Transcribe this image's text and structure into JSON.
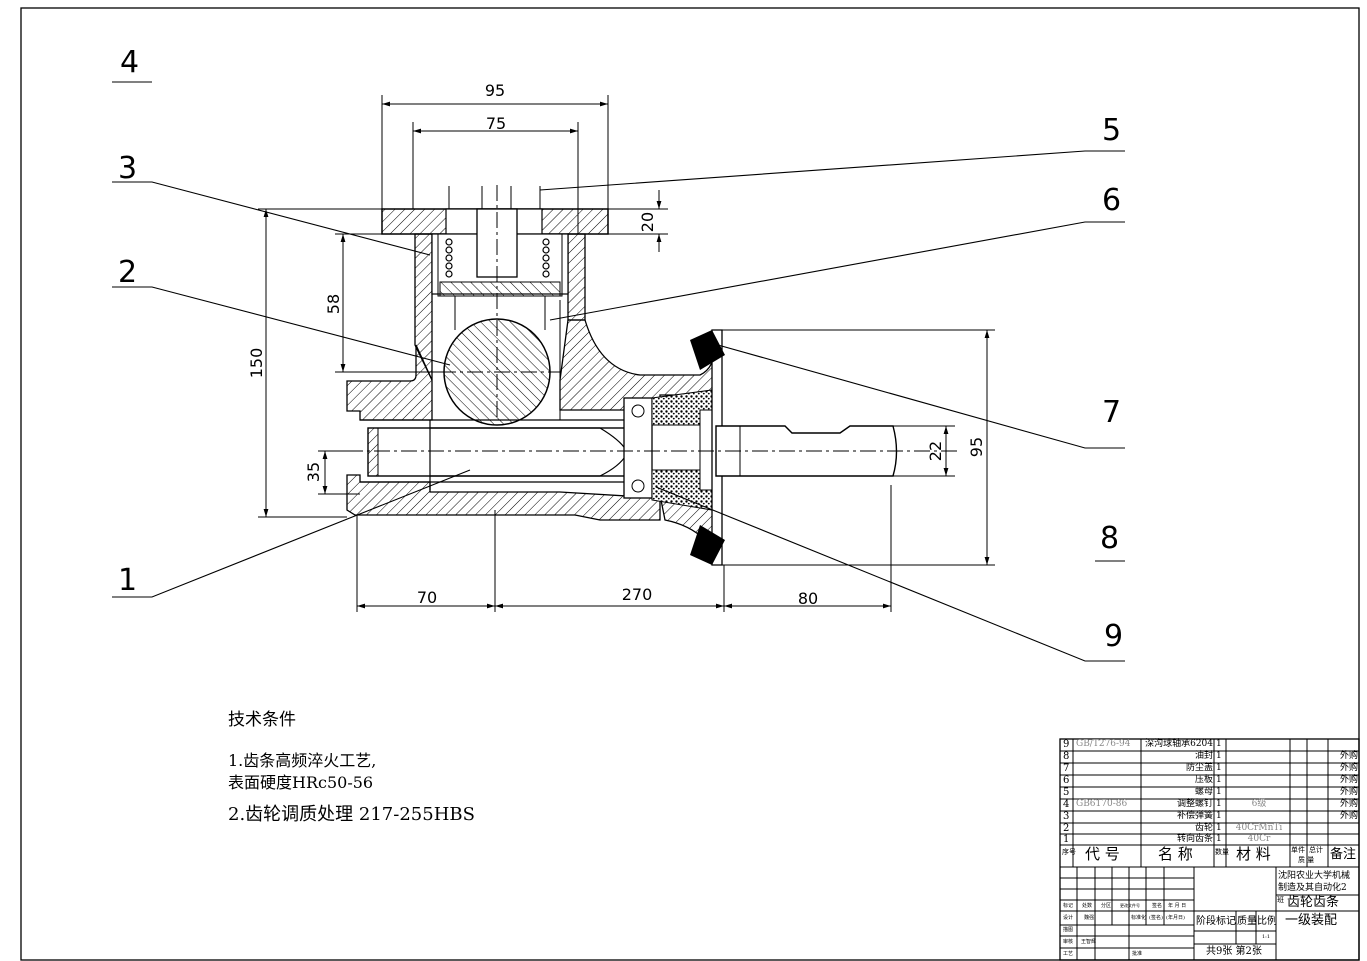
{
  "callouts": [
    "1",
    "2",
    "3",
    "4",
    "5",
    "6",
    "7",
    "8",
    "9"
  ],
  "dimensions": {
    "top_width": "95",
    "inner_width": "75",
    "flange_thickness": "20",
    "height_58": "58",
    "total_height": "150",
    "bore_35": "35",
    "shaft_dia": "22",
    "right_height": "95",
    "left_len": "70",
    "total_len": "270",
    "right_len": "80"
  },
  "notes": {
    "title": "技术条件",
    "line1": "1.齿条高频淬火工艺,",
    "line2": "表面硬度HRc50-56",
    "line3": "2.齿轮调质处理 217-255HBS"
  },
  "parts": [
    {
      "no": "9",
      "code": "GB/T276-94",
      "name": "深沟球轴承6204",
      "qty": "1",
      "material": "",
      "note": ""
    },
    {
      "no": "8",
      "code": "",
      "name": "油封",
      "qty": "1",
      "material": "",
      "note": "外购"
    },
    {
      "no": "7",
      "code": "",
      "name": "防尘盖",
      "qty": "1",
      "material": "",
      "note": "外购"
    },
    {
      "no": "6",
      "code": "",
      "name": "压板",
      "qty": "1",
      "material": "",
      "note": "外购"
    },
    {
      "no": "5",
      "code": "",
      "name": "螺母",
      "qty": "1",
      "material": "",
      "note": "外购"
    },
    {
      "no": "4",
      "code": "GB6170-86",
      "name": "调整螺钉",
      "qty": "1",
      "material": "6级",
      "note": "外购"
    },
    {
      "no": "3",
      "code": "",
      "name": "补偿弹簧",
      "qty": "1",
      "material": "",
      "note": "外购"
    },
    {
      "no": "2",
      "code": "",
      "name": "齿轮",
      "qty": "1",
      "material": "40CrMnTi",
      "note": ""
    },
    {
      "no": "1",
      "code": "",
      "name": "转向齿条",
      "qty": "1",
      "material": "40Cr",
      "note": ""
    }
  ],
  "header": {
    "seq": "序号",
    "code": "代 号",
    "name": "名 称",
    "qty": "数量",
    "material": "材 料",
    "unit_weight": "单件",
    "total_weight": "总计",
    "weight": "质 量",
    "remark": "备注"
  },
  "title_block": {
    "school": "沈阳农业大学机械制造及其自动化2",
    "class_mark": "班",
    "drawing_title": "齿轮齿条",
    "drawing_subtitle": "一级装配",
    "stage_mark": "阶段标记",
    "mass": "质量",
    "scale": "比例",
    "scale_value": "1:1",
    "sheets": "共9张 第2张",
    "rows_label_mark": "标记",
    "rows_label_count": "处数",
    "rows_label_zone": "分区",
    "rows_label_docno": "更改文件号",
    "rows_label_sign": "签名",
    "rows_label_date": "年 月 日",
    "design": "设计",
    "designer": "魏强",
    "std": "标准化",
    "sign": "(签名)",
    "date": "(年月日)",
    "draw": "描图",
    "check": "审核",
    "checker": "王智辉",
    "process": "工艺",
    "approve": "批准"
  }
}
